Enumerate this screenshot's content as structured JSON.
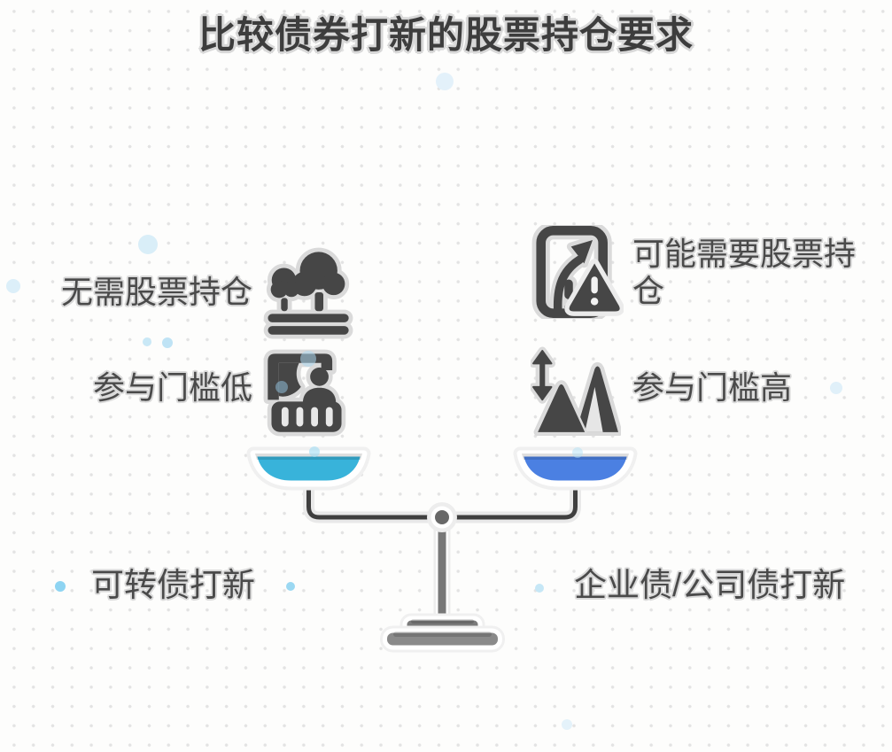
{
  "title": "比较债券打新的股票持仓要求",
  "left_side": {
    "bottom_label": "可转债打新",
    "points": [
      {
        "text": "无需股票持仓",
        "icon": "park-trees-icon"
      },
      {
        "text": "参与门槛低",
        "icon": "balcony-person-icon"
      }
    ],
    "pan_color": "#38b3da"
  },
  "right_side": {
    "bottom_label": "企业债/公司债打新",
    "points": [
      {
        "text": "可能需要股票持仓",
        "icon": "route-warning-icon"
      },
      {
        "text": "参与门槛高",
        "icon": "mountains-height-icon"
      }
    ],
    "pan_color": "#4b80e2"
  },
  "center_graphic": "balance-scale",
  "colors": {
    "ink": "#464646",
    "halo": "#d9d9d9",
    "left_pan": "#38b3da",
    "right_pan": "#4b80e2",
    "accent_dot": "#8ed4f2"
  }
}
